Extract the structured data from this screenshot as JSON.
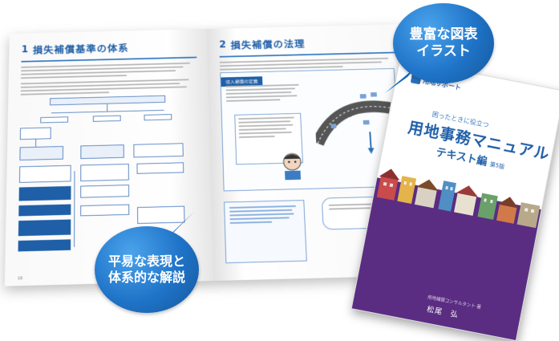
{
  "left_page": {
    "section_number": "1",
    "section_title": "損失補償基準の体系"
  },
  "right_page": {
    "section_number": "2",
    "section_title": "損失補償の法理",
    "callout_label": "収入補償の定義"
  },
  "book_cover": {
    "publisher": "用地サポート",
    "subtitle": "困ったときに役立つ",
    "title": "用地事務マニュアル",
    "edition": "テキスト編",
    "version": "第5版",
    "author_role": "用地補償コンサルタント 著",
    "author": "松尾　弘"
  },
  "bubble_top": {
    "line1": "豊富な図表",
    "line2": "イラスト"
  },
  "bubble_bottom": {
    "line1": "平易な表現と",
    "line2": "体系的な解説"
  },
  "colors": {
    "bubble_blue": "#1f73c7",
    "cover_purple": "#5a2d82",
    "heading_blue": "#1f5fa8"
  }
}
